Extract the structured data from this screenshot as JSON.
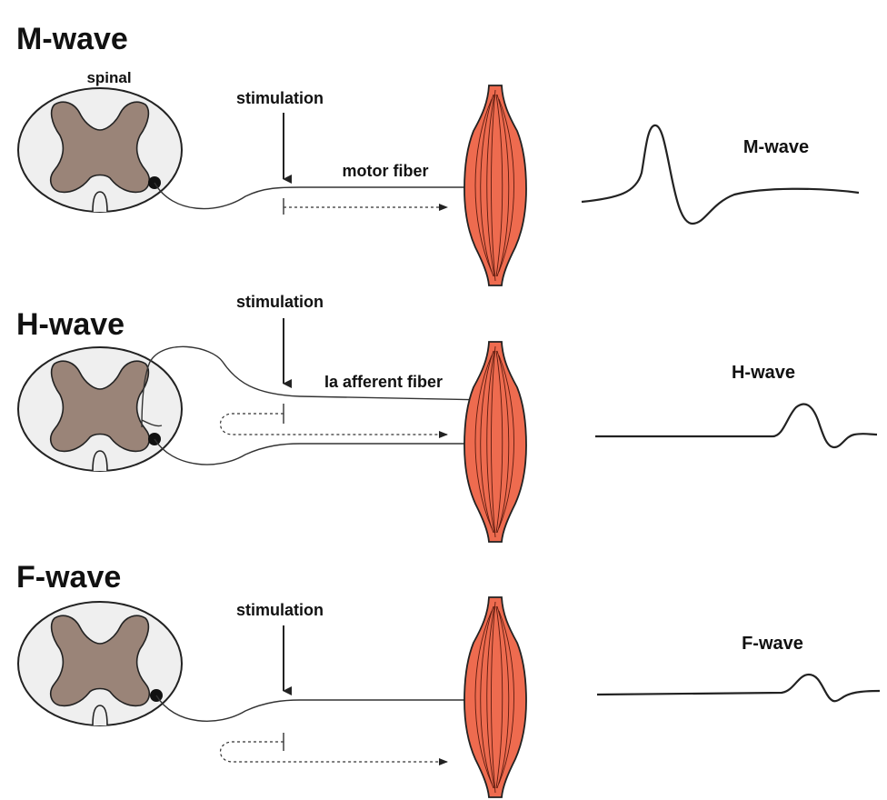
{
  "colors": {
    "cord_outer": "#efefef",
    "gray_matter": "#9a8478",
    "muscle": "#ee6b4f",
    "stroke": "#222222"
  },
  "panels": [
    {
      "title": "M-wave",
      "spinal_label": "spinal",
      "stimulation_label": "stimulation",
      "fiber_label": "motor fiber",
      "wave_label": "M-wave"
    },
    {
      "title": "H-wave",
      "stimulation_label": "stimulation",
      "fiber_label": "Ia afferent fiber",
      "wave_label": "H-wave"
    },
    {
      "title": "F-wave",
      "stimulation_label": "stimulation",
      "wave_label": "F-wave"
    }
  ]
}
